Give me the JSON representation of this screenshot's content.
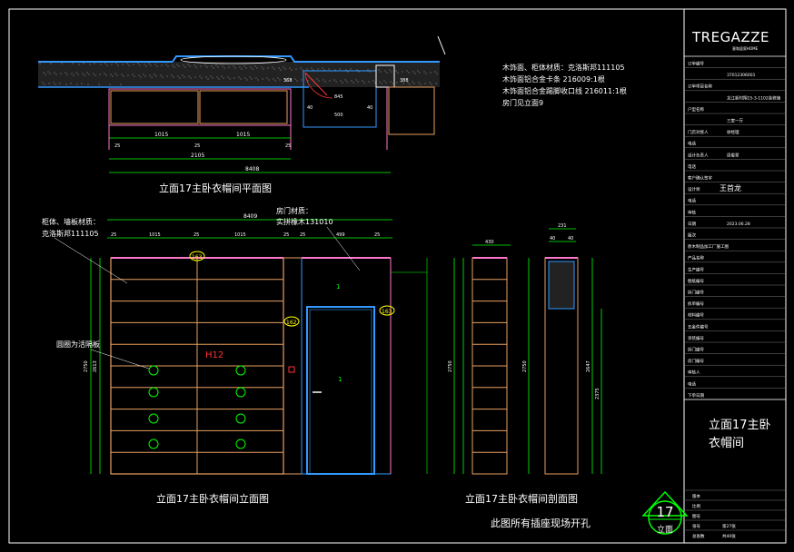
{
  "brand": {
    "logo_text": "TREGAZZE",
    "sub_text": "意和居家HOME"
  },
  "plan": {
    "title": "立面17主卧衣帽间平面图",
    "dims_top": [
      "1015",
      "1015",
      "2105"
    ],
    "dims_small": [
      "25",
      "25",
      "25"
    ],
    "overall": "8408",
    "door_dims": [
      "845",
      "500",
      "40",
      "40",
      "368",
      "388"
    ],
    "notes": [
      "木饰面、柜体材质：克洛斯邦111105",
      "木饰面铝合金卡条 216009:1根",
      "木饰面铝合金踢脚收口线 216011:1根",
      "房门见立面9"
    ]
  },
  "elevation": {
    "title": "立面17主卧衣帽间立面图",
    "note_left": [
      "柜体、墙板材质：",
      "克洛斯邦111105"
    ],
    "note_door": [
      "房门材质：",
      "实拼橡木131010"
    ],
    "note_holes": "圆圈为活隔板",
    "overall": "8409",
    "dims": [
      "25",
      "1015",
      "25",
      "1015",
      "25",
      "25",
      "499",
      "25"
    ],
    "label_h": "H12",
    "height_left": "2750",
    "height_left2": "2613",
    "marker_a": "163",
    "marker_b": "162",
    "marker_c": "163",
    "tags": [
      "1",
      "1"
    ]
  },
  "section": {
    "title": "立面17主卧衣帽间剖面图",
    "note": "此图所有插座现场开孔",
    "dims_a": [
      "430"
    ],
    "dims_b": [
      "231",
      "40",
      "40"
    ],
    "height_a": "2750",
    "height_b": "2750",
    "height_c": "2647",
    "height_d": "2375"
  },
  "sheet": {
    "number": "17",
    "number_sub": "立面",
    "title_block_title": [
      "立面17主卧",
      "衣帽间"
    ],
    "rows": [
      {
        "label": "订单编号",
        "value": ""
      },
      {
        "label": "",
        "value": "37012306001"
      },
      {
        "label": "订单项目名称",
        "value": ""
      },
      {
        "label": "",
        "value": "龙江新村翔15-3-1102装修施"
      },
      {
        "label": "户型名称",
        "value": ""
      },
      {
        "label": "",
        "value": "三室一厅"
      },
      {
        "label": "门店对接人",
        "value": "徐经理"
      },
      {
        "label": "电话",
        "value": ""
      },
      {
        "label": "设计负责人",
        "value": "周俊翠"
      },
      {
        "label": "电话",
        "value": ""
      },
      {
        "label": "客户确认签字",
        "value": ""
      },
      {
        "label": "设计师",
        "value": "王首龙"
      },
      {
        "label": "电话",
        "value": ""
      },
      {
        "label": "审核",
        "value": ""
      },
      {
        "label": "日期",
        "value": "2023.06.28"
      },
      {
        "label": "版次",
        "value": ""
      },
      {
        "label": "原木制品加工厂施工图",
        "value": ""
      },
      {
        "label": "产品名称",
        "value": ""
      },
      {
        "label": "生产编号",
        "value": ""
      },
      {
        "label": "图纸编号",
        "value": ""
      },
      {
        "label": "拆门编号",
        "value": ""
      },
      {
        "label": "拆单编号",
        "value": ""
      },
      {
        "label": "材料编号",
        "value": ""
      },
      {
        "label": "五金件编号",
        "value": ""
      },
      {
        "label": "涂装编号",
        "value": ""
      },
      {
        "label": "拆门编号",
        "value": ""
      },
      {
        "label": "房门编号",
        "value": ""
      },
      {
        "label": "审核人",
        "value": ""
      },
      {
        "label": "电话",
        "value": ""
      },
      {
        "label": "下单日期",
        "value": ""
      }
    ],
    "bottom_rows": [
      {
        "label": "版本",
        "value": ""
      },
      {
        "label": "比例",
        "value": ""
      },
      {
        "label": "图号",
        "value": ""
      },
      {
        "label": "张号",
        "value": "第27张"
      },
      {
        "label": "总张数",
        "value": "共40张"
      }
    ]
  }
}
